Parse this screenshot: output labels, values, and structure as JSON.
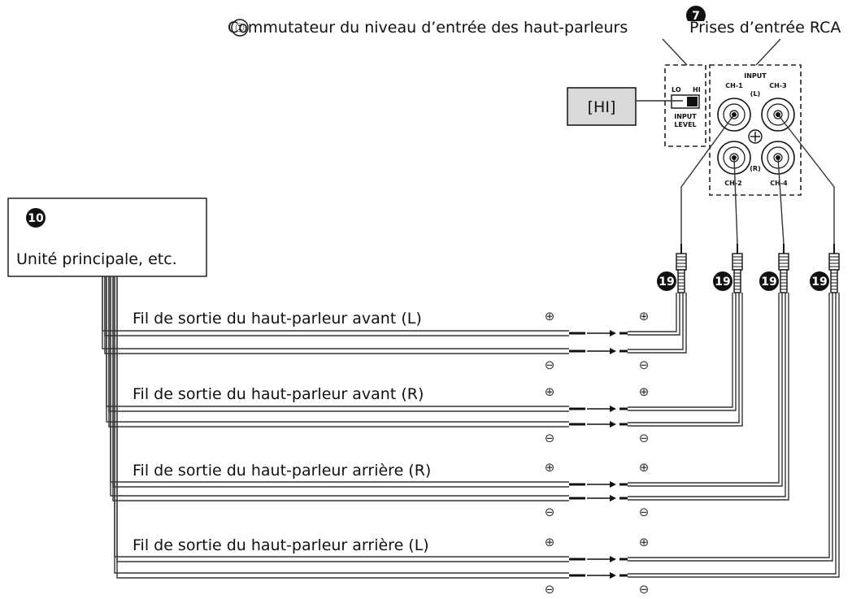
{
  "header": {
    "item1_marker": "①",
    "item1_label": "Commutateur du niveau d’entrée des haut-parleurs",
    "item7_marker": "7",
    "item7_label": "Prises d’entrée RCA"
  },
  "switch": {
    "setting_box": "[HI]",
    "lo": "LO",
    "hi": "HI",
    "caption_line1": "INPUT",
    "caption_line2": "LEVEL"
  },
  "rca_panel": {
    "title": "INPUT",
    "ch1": "CH-1",
    "ch3": "CH-3",
    "left": "(L)",
    "right": "(R)",
    "ch2": "CH-2",
    "ch4": "CH-4"
  },
  "head_unit": {
    "marker": "10",
    "label": "Unité principale, etc."
  },
  "connector_marker": "19",
  "wires": [
    {
      "label": "Fil de sortie du haut-parleur avant (L)"
    },
    {
      "label": "Fil de sortie du haut-parleur avant (R)"
    },
    {
      "label": "Fil de sortie du haut-parleur arrière (R)"
    },
    {
      "label": "Fil de sortie du haut-parleur arrière (L)"
    }
  ],
  "symbols": {
    "plus": "⊕",
    "minus": "⊖"
  },
  "colors": {
    "line": "#333333",
    "setting_box_fill": "#d9d9d9",
    "marker_fill": "#111111"
  }
}
